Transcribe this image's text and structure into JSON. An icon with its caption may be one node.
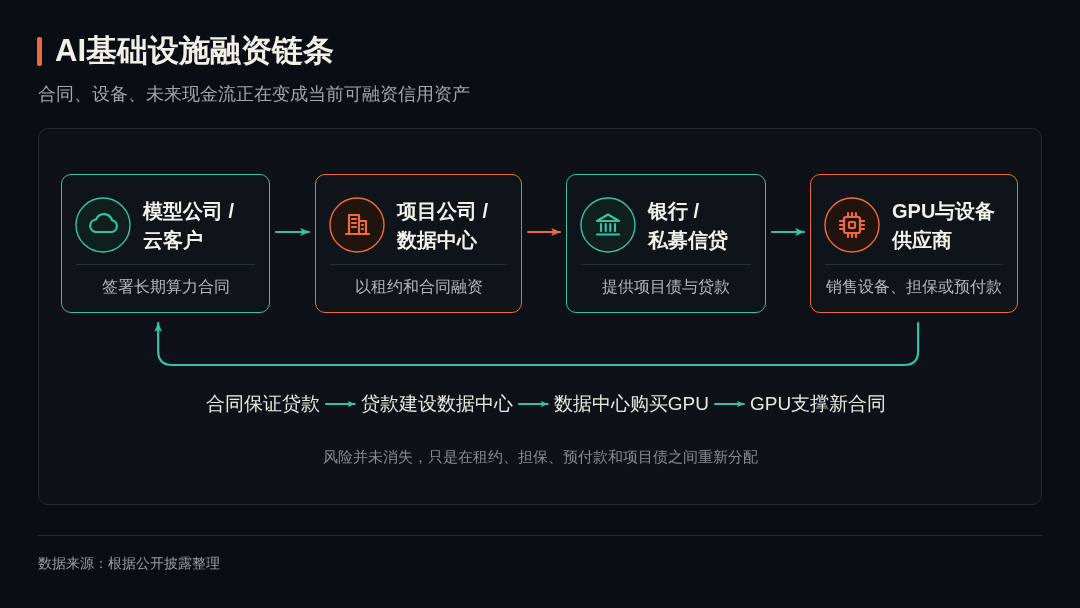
{
  "diagram": {
    "title": "AI基础设施融资链条",
    "nodes": [
      {
        "text": [
          "风险并未消失，只是在租约、担保、预付款和项目债之间重新分配"
        ]
      },
      {
        "text": [
          "模型公司 / 云客户",
          "签署长期算力合同"
        ],
        "in": 0
      },
      {
        "text": [
          "项目公司 / 数据中心",
          "以租约和合同融资"
        ],
        "in": 0
      },
      {
        "text": [
          "银行 / 私募信贷",
          "提供项目债与贷款"
        ],
        "in": 0
      },
      {
        "text": [
          "GPU与设备供应商",
          "销售设备、担保或预付款"
        ],
        "in": 0
      },
      {
        "text": [
          "合同保证贷款"
        ],
        "in": 0
      },
      {
        "text": [
          "贷款建设数据中心"
        ],
        "in": 0
      },
      {
        "text": [
          "数据中心购买GPU"
        ],
        "in": 0
      },
      {
        "text": [
          "GPU支撑新合同"
        ],
        "in": 0
      }
    ],
    "edges": [
      {
        "from": 1,
        "to": 2,
        "arrow": "to"
      },
      {
        "from": 2,
        "to": 3,
        "arrow": "to",
        "color": "#ef6a3f"
      },
      {
        "from": 3,
        "to": 4,
        "arrow": "to"
      },
      {
        "from": 4,
        "to": 1,
        "arrow": "to"
      },
      {
        "from": 5,
        "to": 6,
        "arrow": "to"
      },
      {
        "from": 6,
        "to": 7,
        "arrow": "to"
      },
      {
        "from": 7,
        "to": 8,
        "arrow": "to"
      }
    ],
    "labels": [
      "合同、设备、未来现金流正在变成当前可融资信用资产",
      "数据来源：根据公开披露整理"
    ]
  }
}
